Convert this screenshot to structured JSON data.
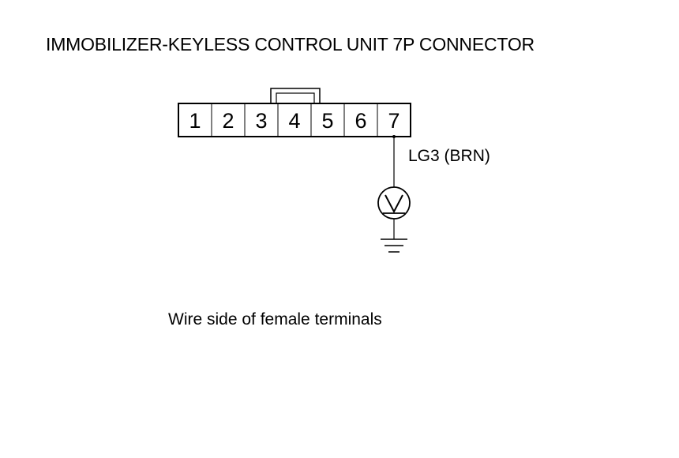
{
  "title": "IMMOBILIZER-KEYLESS CONTROL UNIT 7P CONNECTOR",
  "connector": {
    "pins": [
      "1",
      "2",
      "3",
      "4",
      "5",
      "6",
      "7"
    ],
    "probed_pin": "7"
  },
  "wire": {
    "label": "LG3 (BRN)"
  },
  "meter": {
    "symbol": "V"
  },
  "caption": "Wire side of female terminals"
}
